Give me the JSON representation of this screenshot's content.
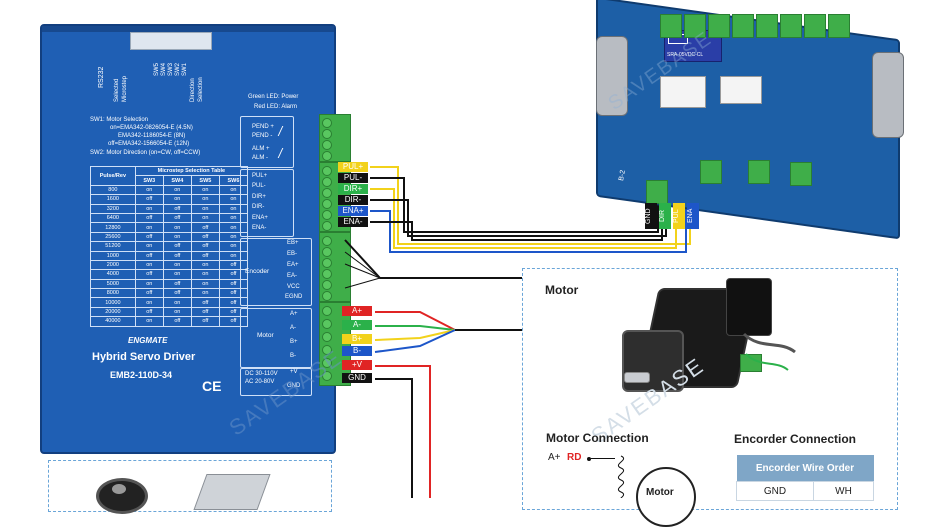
{
  "watermark": "SAVEBASE",
  "driver": {
    "port_label": "RS232",
    "switch_labels": [
      "SW5",
      "SW4",
      "SW3",
      "SW2",
      "SW1"
    ],
    "switch_desc": [
      "Selected",
      "Microstep",
      "Direction",
      "Selection"
    ],
    "led_green": "Green LED: Power",
    "led_red": "Red LED: Alarm",
    "sw1_title": "SW1: Motor Selection",
    "sw1_lines": [
      "on=EMA342-0826054-E (4.5N)",
      "EMA342-1186054-E (8N)",
      "off=EMA342-1566054-E (12N)"
    ],
    "sw2_line": "SW2: Motor Direction (on=CW, off=CCW)",
    "table": {
      "col_pulse": "Pulse/Rev",
      "col_group": "Microstep Selection Table",
      "sw_cols": [
        "SW3",
        "SW4",
        "SW5",
        "SW6"
      ],
      "rows": [
        [
          "800",
          "on",
          "on",
          "on",
          "on"
        ],
        [
          "1600",
          "off",
          "on",
          "on",
          "on"
        ],
        [
          "3200",
          "on",
          "off",
          "on",
          "on"
        ],
        [
          "6400",
          "off",
          "off",
          "on",
          "on"
        ],
        [
          "12800",
          "on",
          "on",
          "off",
          "on"
        ],
        [
          "25600",
          "off",
          "on",
          "off",
          "on"
        ],
        [
          "51200",
          "on",
          "off",
          "off",
          "on"
        ],
        [
          "1000",
          "off",
          "off",
          "off",
          "on"
        ],
        [
          "2000",
          "on",
          "on",
          "on",
          "off"
        ],
        [
          "4000",
          "off",
          "on",
          "on",
          "off"
        ],
        [
          "5000",
          "on",
          "off",
          "on",
          "off"
        ],
        [
          "8000",
          "off",
          "off",
          "on",
          "off"
        ],
        [
          "10000",
          "on",
          "on",
          "off",
          "off"
        ],
        [
          "20000",
          "off",
          "on",
          "off",
          "off"
        ],
        [
          "40000",
          "on",
          "off",
          "off",
          "off"
        ]
      ]
    },
    "alarm_pins": [
      "PEND +",
      "PEND -",
      "ALM +",
      "ALM -"
    ],
    "signal_pins": [
      "PUL+",
      "PUL-",
      "DIR+",
      "DIR-",
      "ENA+",
      "ENA-"
    ],
    "encoder_label": "Encoder",
    "encoder_pins": [
      "EB+",
      "EB-",
      "EA+",
      "EA-",
      "VCC",
      "EGND"
    ],
    "motor_label": "Motor",
    "motor_pins": [
      "A+",
      "A-",
      "B+",
      "B-"
    ],
    "power_pins": [
      "+V",
      "GND"
    ],
    "power_desc": [
      "DC 30-110V",
      "AC 20-80V"
    ],
    "brand": "ENGMATE",
    "product": "Hybrid Servo Driver",
    "model": "EMB2-110D-34",
    "ce": "CE"
  },
  "wire_labels": [
    "PUL+",
    "PUL-",
    "DIR+",
    "DIR-",
    "ENA+",
    "ENA-"
  ],
  "motor_wire_labels": [
    "A+",
    "A-",
    "B+",
    "B-",
    "+V",
    "GND"
  ],
  "board": {
    "chip_label": "SRA-05VDC-CL",
    "pin_labels": [
      "GND",
      "DIR",
      "PUL",
      "ENA"
    ],
    "corner_label": "B-2"
  },
  "motor_section": {
    "title": "Motor",
    "connection_title": "Motor Connection",
    "connection_pin": "A+",
    "connection_color": "RD",
    "motor_word": "Motor"
  },
  "encoder_section": {
    "title": "Encorder Connection",
    "table_header": "Encorder Wire Order",
    "rows": [
      [
        "GND",
        "WH"
      ]
    ]
  },
  "colors": {
    "driver_blue": "#1f5fb4",
    "terminal_green": "#3fae49",
    "wire_yellow": "#f2d21b",
    "wire_red": "#e02424",
    "wire_blue": "#1d56c9",
    "wire_green": "#2bb14a",
    "wire_black": "#111111",
    "dash_blue": "#6aa5d8"
  }
}
